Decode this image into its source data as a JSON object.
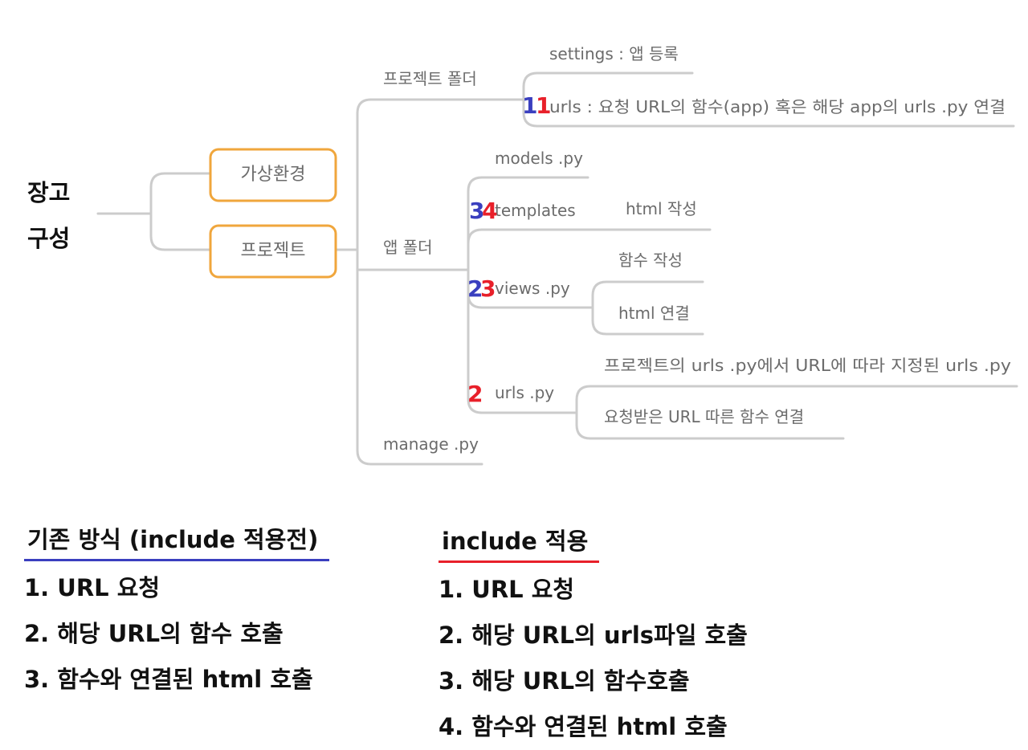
{
  "mindmap": {
    "root": [
      "장고",
      "구성"
    ],
    "branches": [
      "가상환경",
      "프로젝트"
    ],
    "project_folder": {
      "label": "프로젝트 폴더",
      "settings": "settings : 앱 등록",
      "urls": "urls : 요청 URL의 함수(app) 혹은 해당 app의 urls .py 연결"
    },
    "app_folder": {
      "label": "앱 폴더",
      "models": "models .py",
      "templates": "templates",
      "templates_child": "html 작성",
      "views": "views .py",
      "views_children": [
        "함수 작성",
        "html 연결"
      ],
      "urls": "urls .py",
      "urls_children": [
        "프로젝트의 urls .py에서 URL에 따라 지정된 urls .py",
        "요청받은 URL 따른 함수 연결"
      ]
    },
    "manage": "manage .py",
    "step_markers": {
      "project_urls": {
        "blue": "1",
        "red": "1"
      },
      "templates": {
        "blue": "3",
        "red": "4"
      },
      "views": {
        "blue": "2",
        "red": "3"
      },
      "app_urls": {
        "blue": "",
        "red": "2"
      }
    }
  },
  "left_column": {
    "title": "기존 방식 (include 적용전)",
    "underline_color": "#3a3fbf",
    "items": [
      "1. URL 요청",
      "2. 해당 URL의 함수 호출",
      "3. 함수와 연결된 html 호출"
    ]
  },
  "right_column": {
    "title": "include 적용",
    "underline_color": "#e8202a",
    "items": [
      "1. URL 요청",
      "2. 해당 URL의 urls파일 호출",
      "3. 해당 URL의 함수호출",
      "4. 함수와 연결된 html 호출"
    ]
  },
  "colors": {
    "line": "#cccccc",
    "box_border": "#f0a63c",
    "text_gray": "#6b6b6b",
    "blue": "#3a3fbf",
    "red": "#e8202a"
  }
}
